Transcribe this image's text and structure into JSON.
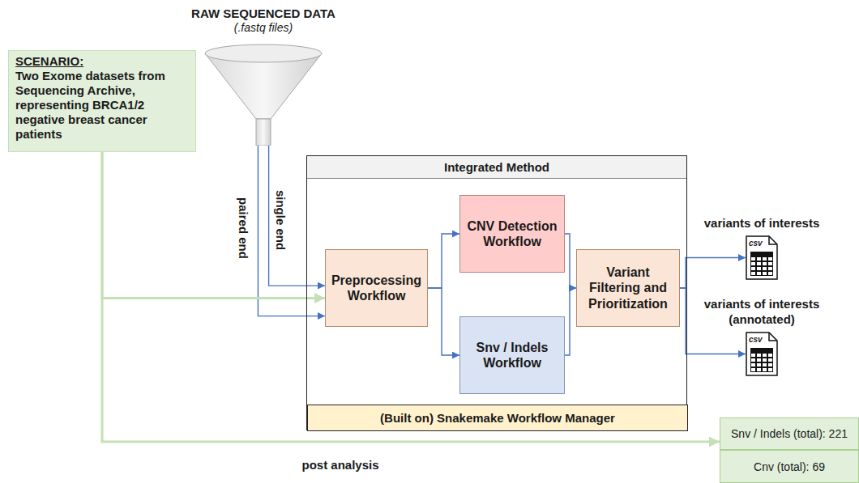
{
  "diagram": {
    "nodes": [
      {
        "text": [
          "RAW SEQUENCED DATA",
          "(.fastq files)"
        ]
      },
      {
        "text": [
          "SCENARIO:",
          "Two Exome datasets from Sequencing Archive, representing BRCA1/2 negative breast cancer patients"
        ]
      },
      {
        "text": [
          "Integrated Method"
        ]
      },
      {
        "text": [
          "Preprocessing Workflow"
        ],
        "in": 2
      },
      {
        "text": [
          "CNV Detection Workflow"
        ],
        "in": 2
      },
      {
        "text": [
          "Snv / Indels Workflow"
        ],
        "in": 2
      },
      {
        "text": [
          "Variant Filtering and Prioritization"
        ],
        "in": 2
      },
      {
        "text": [
          "(Built on) Snakemake Workflow Manager"
        ],
        "in": 2
      },
      {
        "text": [
          "variants of interests",
          "csv"
        ]
      },
      {
        "text": [
          "variants of interests (annotated)",
          "csv"
        ]
      },
      {
        "text": [
          "Snv / Indels (total): 221"
        ]
      },
      {
        "text": [
          "Cnv (total): 69"
        ]
      }
    ],
    "edges": [
      {
        "from": 0,
        "to": 3,
        "label": "single end",
        "arrow": "to"
      },
      {
        "from": 0,
        "to": 3,
        "label": "paired end",
        "arrow": "to"
      },
      {
        "from": 1,
        "to": 3,
        "arrow": "to"
      },
      {
        "from": 1,
        "to": 10,
        "label": "post analysis",
        "arrow": "to"
      },
      {
        "from": 3,
        "to": 4,
        "arrow": "to"
      },
      {
        "from": 3,
        "to": 5,
        "arrow": "to"
      },
      {
        "from": 4,
        "to": 6,
        "arrow": "to"
      },
      {
        "from": 5,
        "to": 6,
        "arrow": "to"
      },
      {
        "from": 6,
        "to": 8,
        "arrow": "to"
      },
      {
        "from": 6,
        "to": 9,
        "arrow": "to"
      }
    ]
  }
}
